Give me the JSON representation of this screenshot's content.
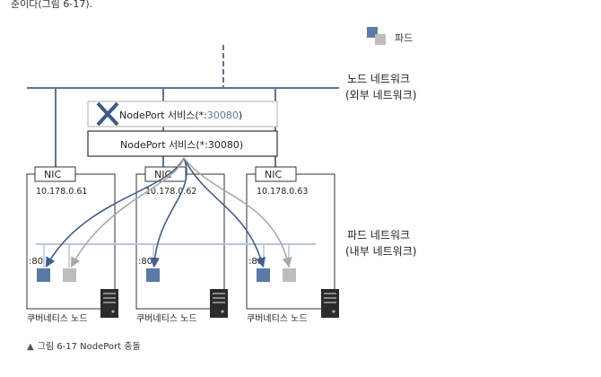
{
  "header": {
    "fragment_text": "준이다(그림 6-17)."
  },
  "legend": {
    "label": "파드"
  },
  "labels": {
    "node_network": "노드 네트워크",
    "node_network_sub": "(외부 네트워크)",
    "pod_network": "파드 네트워크",
    "pod_network_sub": "(내부 네트워크)"
  },
  "services": {
    "failed": {
      "prefix": "NodePort 서비스(*:",
      "port": "30080",
      "suffix": ")"
    },
    "active": {
      "text": "NodePort 서비스(*:30080)"
    }
  },
  "nodes": [
    {
      "nic": "NIC",
      "ip": "10.178.0.61",
      "port": ":80",
      "name": "쿠버네티스 노드"
    },
    {
      "nic": "NIC",
      "ip": "10.178.0.62",
      "port": ":80",
      "name": "쿠버네티스 노드"
    },
    {
      "nic": "NIC",
      "ip": "10.178.0.63",
      "port": ":80",
      "name": "쿠버네티스 노드"
    }
  ],
  "caption": {
    "marker": "▲",
    "text": "그림 6-17 NodePort 충돌"
  },
  "colors": {
    "network_line": "#5a7496",
    "pod_line": "#b9c6dc",
    "pod_active": "#5b7aa5",
    "pod_inactive": "#bdbdbd",
    "arrow_gray": "#aaaaaa",
    "arrow_blue": "#3f5f8f",
    "x_mark": "#3e5b86",
    "port_accent": "#5b7aa5",
    "box_border": "#333333",
    "server_dark": "#2b2b2b"
  }
}
